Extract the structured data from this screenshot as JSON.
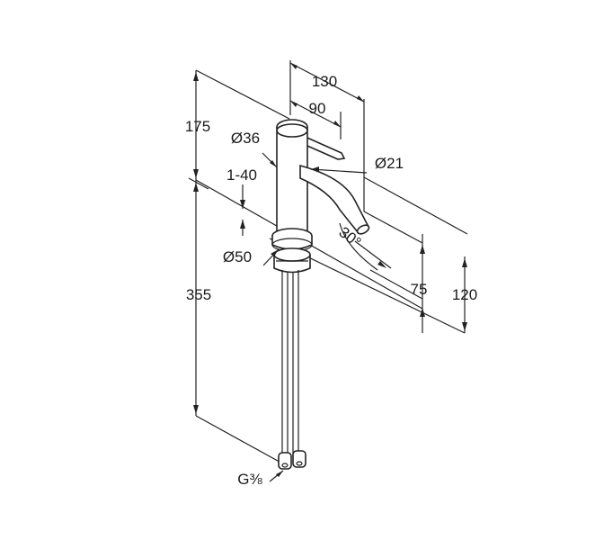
{
  "dimensions": {
    "width_130": "130",
    "width_90": "90",
    "height_175": "175",
    "diam_36": "Ø36",
    "diam_21": "Ø21",
    "thickness_1_40": "1-40",
    "angle_30": "30°",
    "diam_50": "Ø50",
    "height_355": "355",
    "reach_75": "75",
    "height_120": "120",
    "thread": "G⅜"
  }
}
